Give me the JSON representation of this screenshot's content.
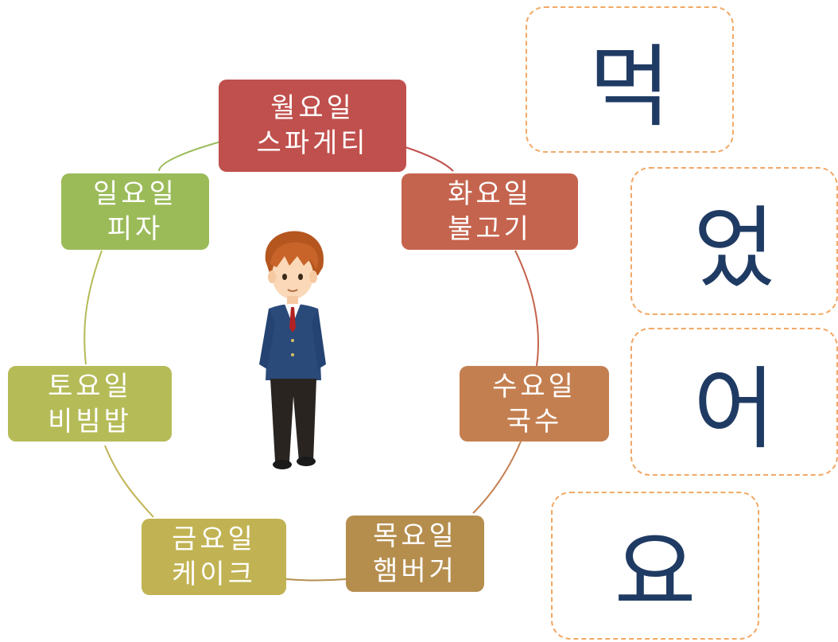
{
  "days": [
    {
      "id": "mon",
      "day": "월요일",
      "food": "스파게티",
      "color": "#c0504d"
    },
    {
      "id": "tue",
      "day": "화요일",
      "food": "불고기",
      "color": "#c5644e"
    },
    {
      "id": "wed",
      "day": "수요일",
      "food": "국수",
      "color": "#c47f50"
    },
    {
      "id": "thu",
      "day": "목요일",
      "food": "햄버거",
      "color": "#b58e4e"
    },
    {
      "id": "fri",
      "day": "금요일",
      "food": "케이크",
      "color": "#c1b353"
    },
    {
      "id": "sat",
      "day": "토요일",
      "food": "비빔밥",
      "color": "#b5bb57"
    },
    {
      "id": "sun",
      "day": "일요일",
      "food": "피자",
      "color": "#9bbb59"
    }
  ],
  "syllables": [
    "먹",
    "었",
    "어",
    "요"
  ],
  "colors": {
    "syllable_text": "#1f3b63",
    "syllable_border": "#f2a865",
    "ring_line": "#c8c08a"
  }
}
